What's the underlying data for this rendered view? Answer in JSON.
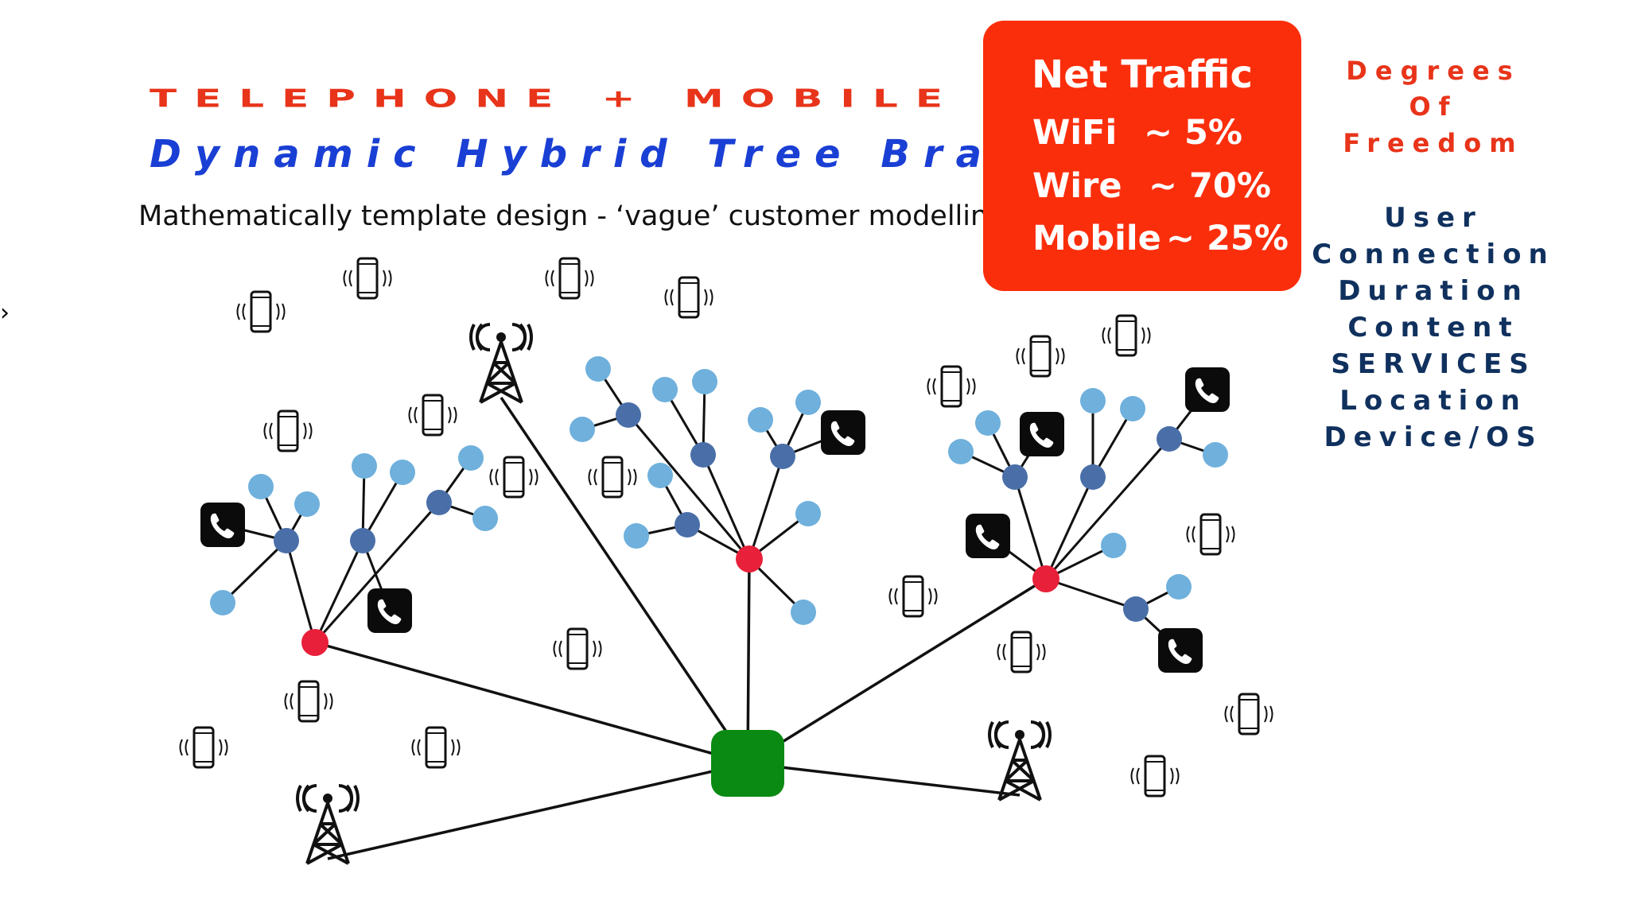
{
  "title": "TELEPHONE + MOBILE",
  "subtitle_line": "Dynamic Hybrid Tree Branch",
  "description": "Mathematically template design - ‘vague’ customer modelling",
  "net_traffic": {
    "title": "Net Traffic",
    "rows": [
      {
        "label": "WiFi",
        "value": "~ 5%"
      },
      {
        "label": "Wire",
        "value": "~ 70%"
      },
      {
        "label": "Mobile",
        "value": "~ 25%"
      }
    ]
  },
  "degrees_of_freedom": {
    "heading": [
      "Degrees",
      "Of",
      "Freedom"
    ],
    "items": [
      "User",
      "Connection",
      "Duration",
      "Content",
      "SERVICES",
      "Location",
      "Device/OS"
    ]
  },
  "colors": {
    "title_red": "#e8341a",
    "subtitle_blue": "#1a3fd4",
    "traffic_box": "#fb2e0c",
    "dof_navy": "#10315e",
    "hub_green": "#0a8a12",
    "branch_node_red": "#e8203a",
    "sub_node_blue": "#4a6fa8",
    "leaf_node_lightblue": "#6fb0dc",
    "phone_tile_black": "#0b0b0b"
  },
  "icons": [
    "mobile-phone-icon",
    "telephone-handset-icon",
    "radio-tower-icon"
  ]
}
